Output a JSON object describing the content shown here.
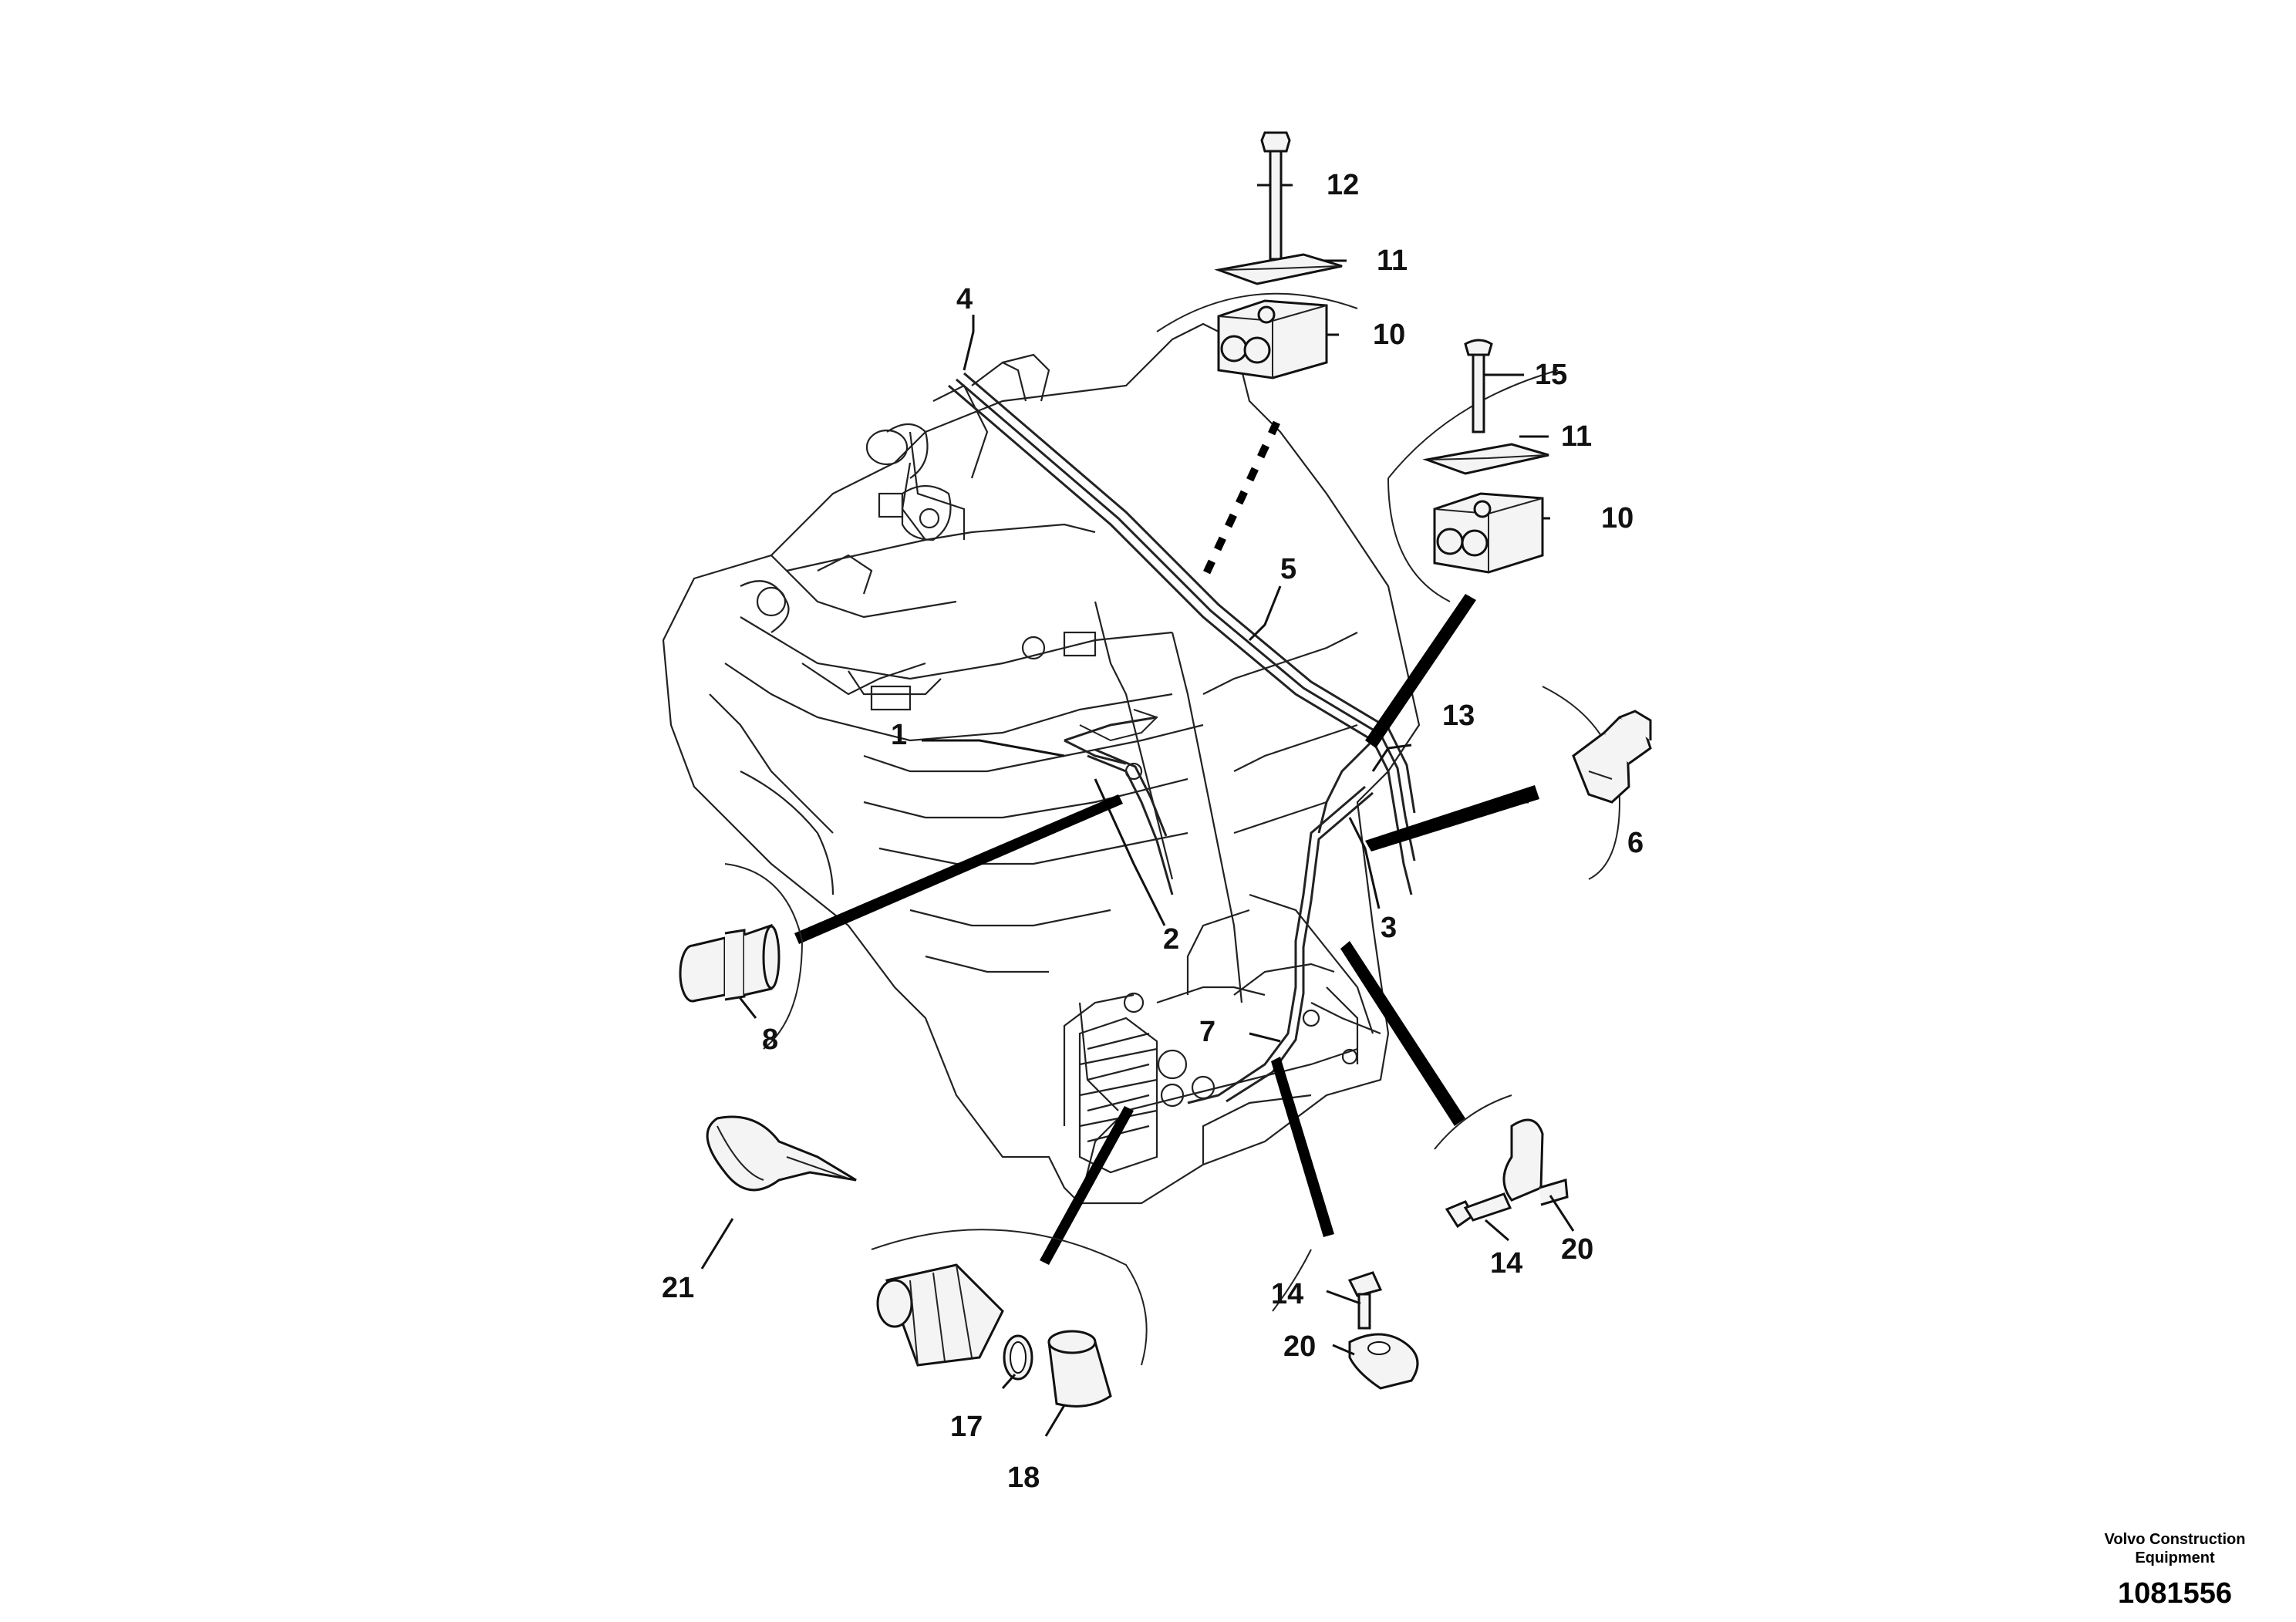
{
  "diagram": {
    "callouts": {
      "c1": "1",
      "c2": "2",
      "c3": "3",
      "c4": "4",
      "c5": "5",
      "c6": "6",
      "c7": "7",
      "c8": "8",
      "c10a": "10",
      "c10b": "10",
      "c11a": "11",
      "c11b": "11",
      "c12": "12",
      "c13": "13",
      "c14a": "14",
      "c14b": "14",
      "c15": "15",
      "c17": "17",
      "c18": "18",
      "c20a": "20",
      "c20b": "20",
      "c21": "21"
    }
  },
  "credit": {
    "line1": "Volvo Construction",
    "line2": "Equipment",
    "number": "1081556"
  }
}
